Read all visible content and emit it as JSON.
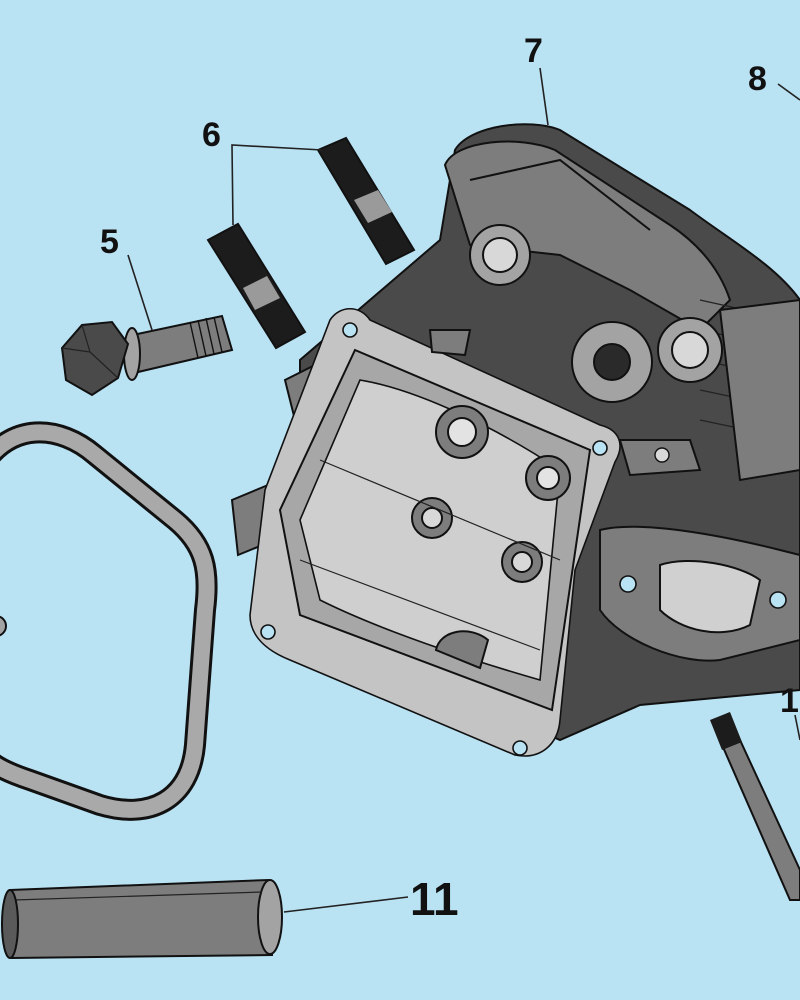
{
  "callouts": {
    "c5": "5",
    "c6": "6",
    "c7": "7",
    "c8": "8",
    "c1_partial": "1",
    "c11": "11"
  },
  "colors": {
    "background": "#b9e2f3",
    "part_dark": "#4a4a4a",
    "part_mid": "#7d7d7d",
    "part_light": "#a3a3a3",
    "line": "#111111"
  }
}
